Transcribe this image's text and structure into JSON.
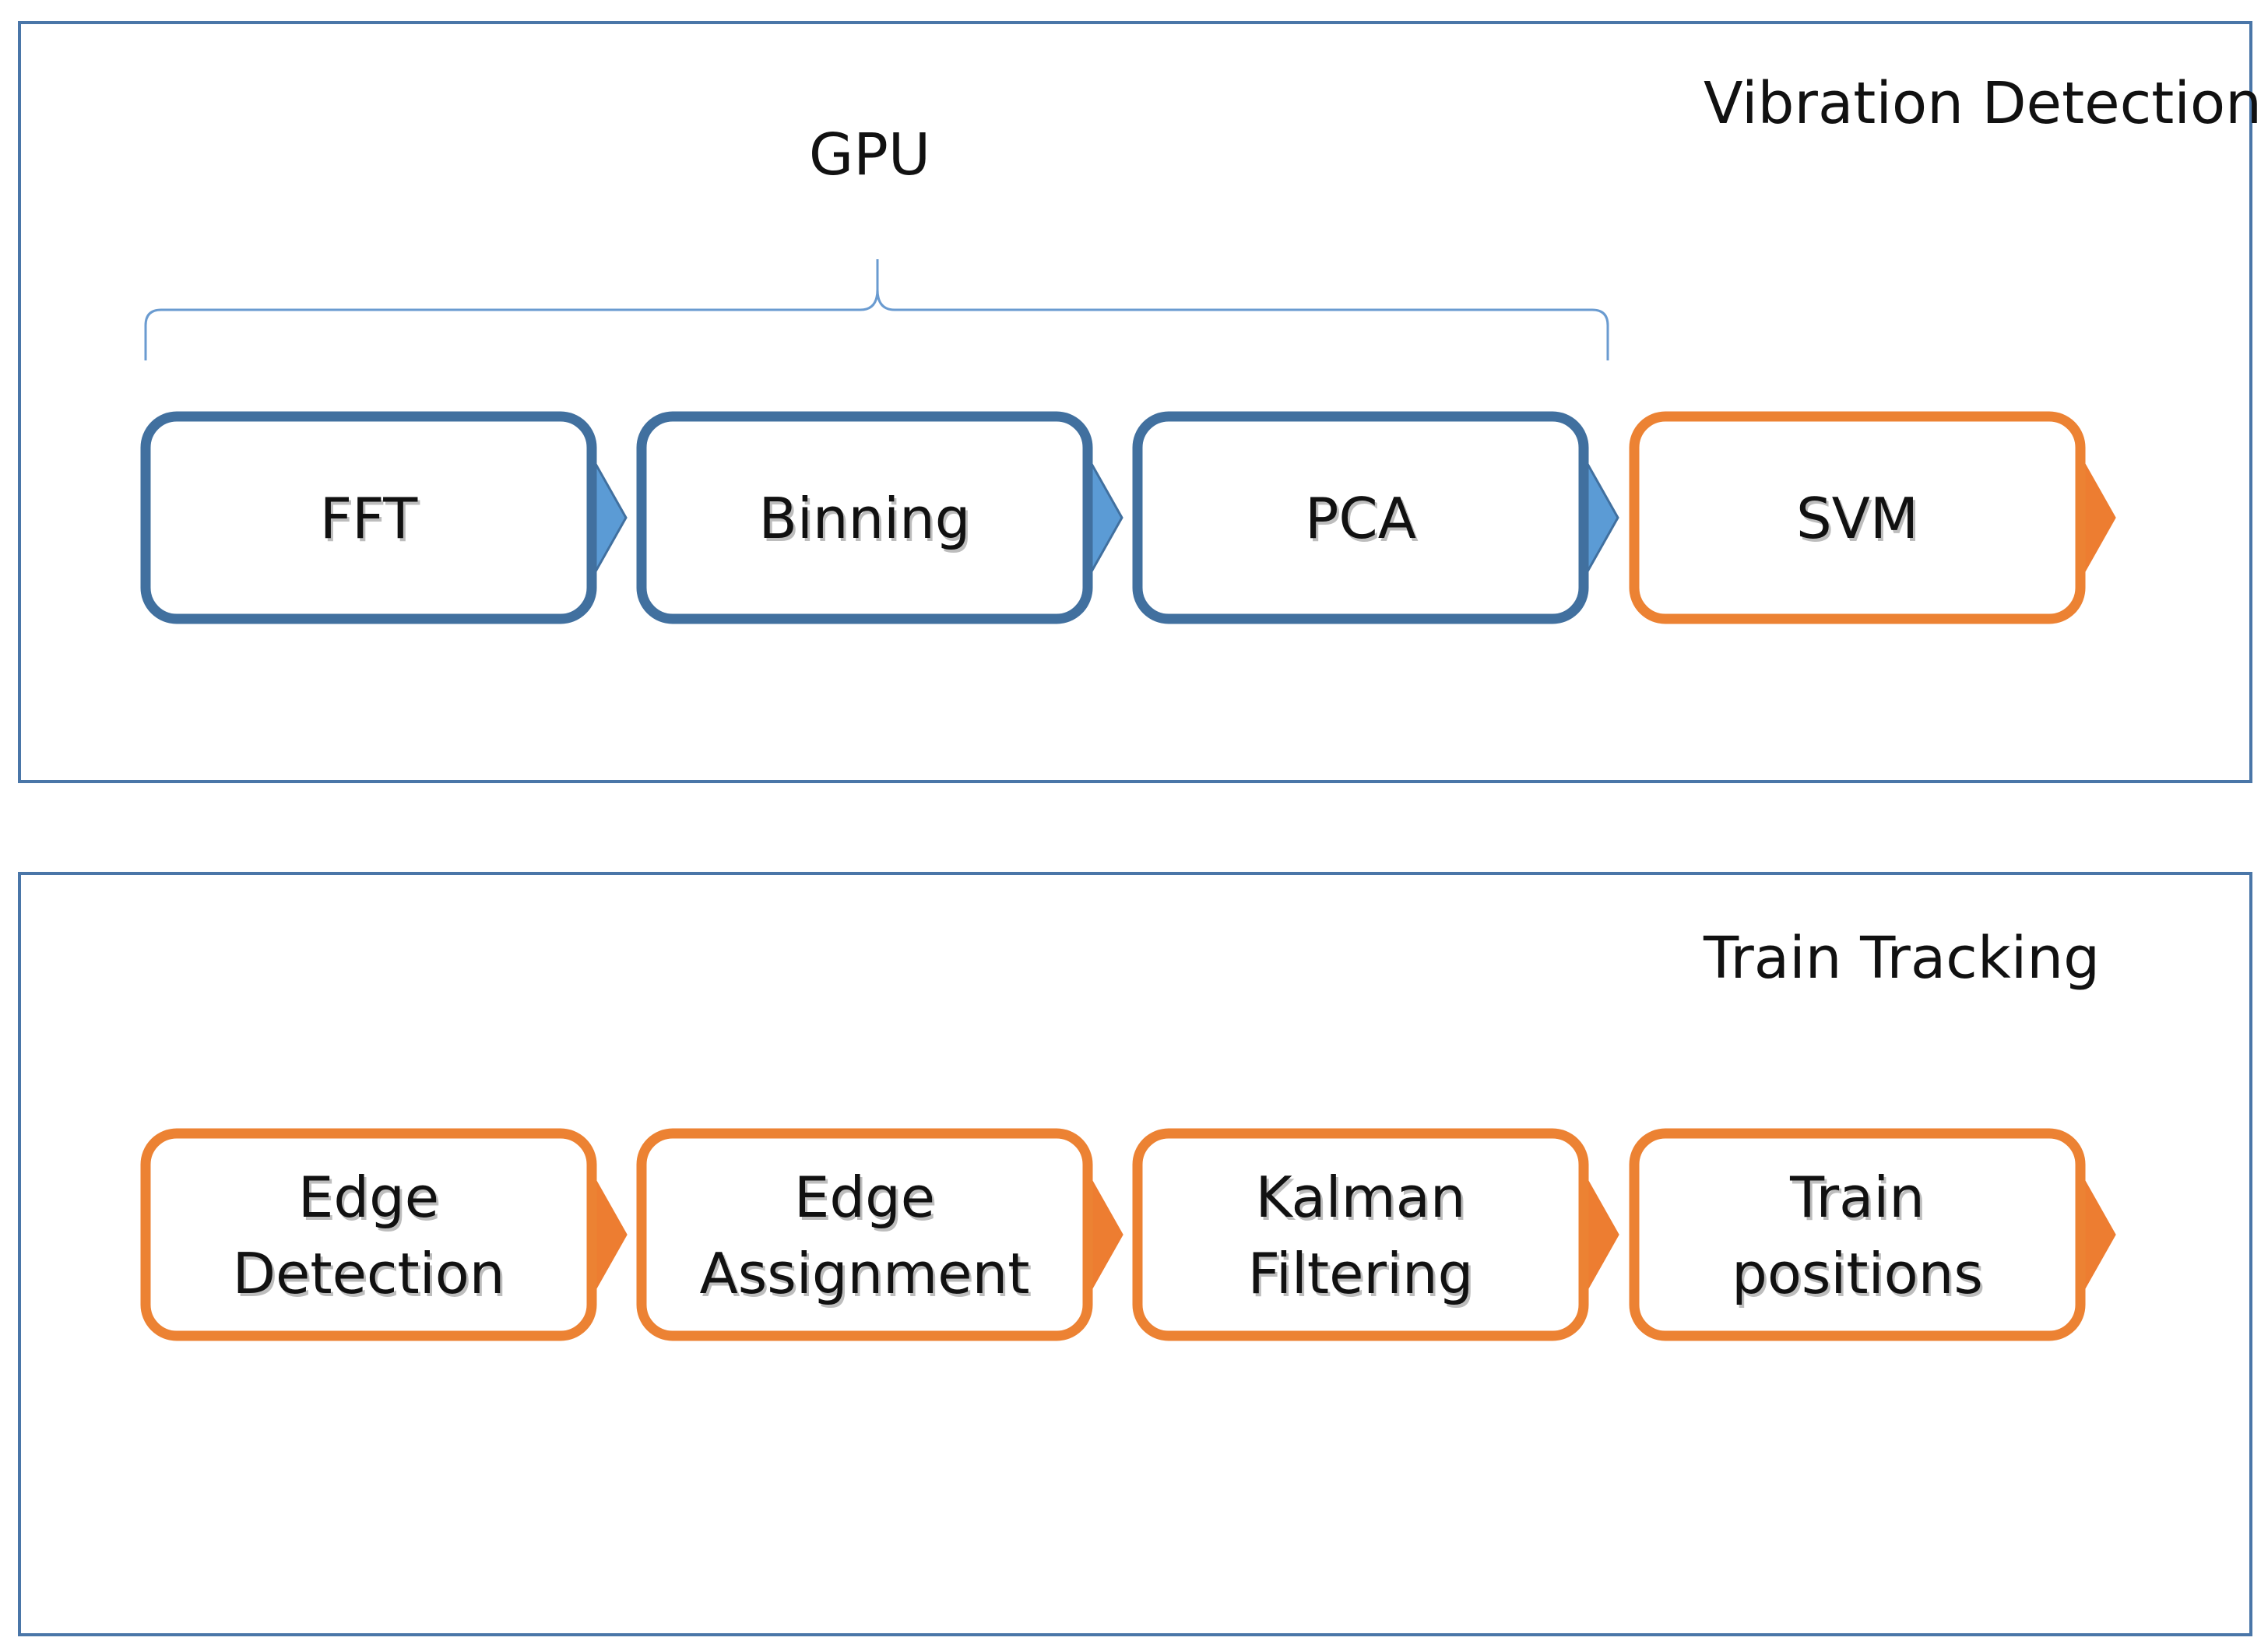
{
  "colors": {
    "frame": "#4a76a8",
    "gpu_stage": "#41709f",
    "gpu_chevron": "#5b9bd5",
    "cpu_stage": "#ec8233",
    "cpu_chevron": "#ed7d31",
    "brace": "#6a9bd0"
  },
  "vibration": {
    "title": "Vibration Detection",
    "brace_label": "GPU",
    "steps": [
      {
        "lines": [
          "FFT"
        ],
        "color": "blue"
      },
      {
        "lines": [
          "Binning"
        ],
        "color": "blue"
      },
      {
        "lines": [
          "PCA"
        ],
        "color": "blue"
      },
      {
        "lines": [
          "SVM"
        ],
        "color": "orange"
      }
    ]
  },
  "tracking": {
    "title": "Train Tracking",
    "steps": [
      {
        "lines": [
          "Edge",
          "Detection"
        ],
        "color": "orange"
      },
      {
        "lines": [
          "Edge",
          "Assignment"
        ],
        "color": "orange"
      },
      {
        "lines": [
          "Kalman",
          "Filtering"
        ],
        "color": "orange"
      },
      {
        "lines": [
          "Train",
          "positions"
        ],
        "color": "orange"
      }
    ]
  }
}
